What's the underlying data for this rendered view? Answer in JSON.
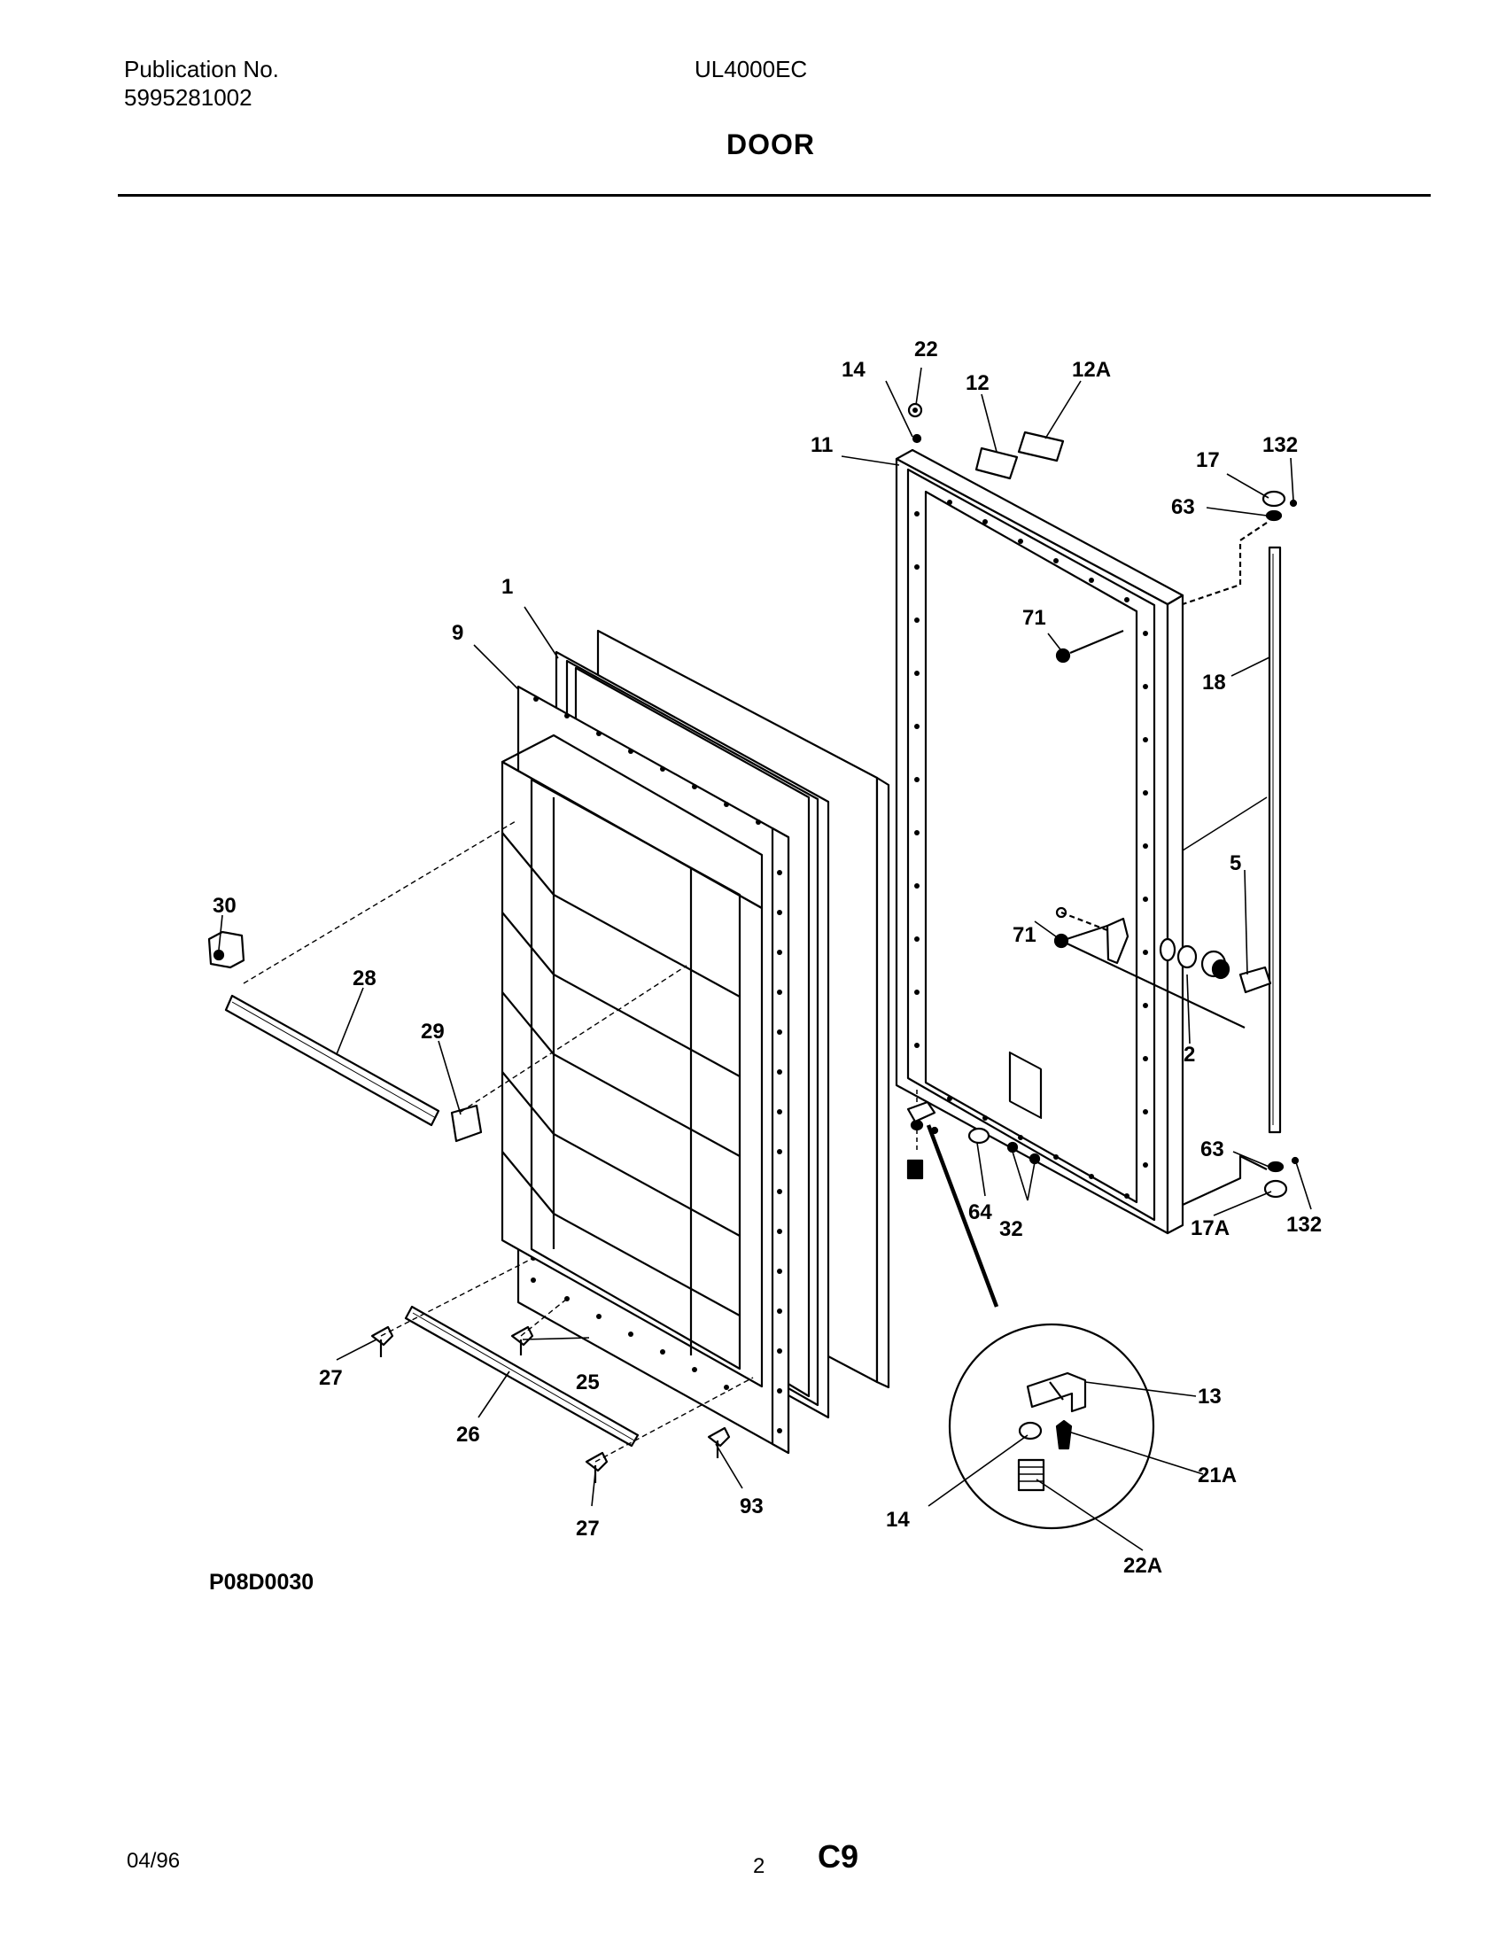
{
  "header": {
    "publication_label": "Publication No.",
    "publication_number": "5995281002",
    "model": "UL4000EC",
    "section_title": "DOOR"
  },
  "diagram": {
    "drawing_code": "P08D0030",
    "callouts": {
      "c1": "1",
      "c2": "2",
      "c5": "5",
      "c9": "9",
      "c11": "11",
      "c12": "12",
      "c12A": "12A",
      "c13": "13",
      "c14_top": "14",
      "c14_detail": "14",
      "c17": "17",
      "c17A": "17A",
      "c18": "18",
      "c21A": "21A",
      "c22": "22",
      "c22A": "22A",
      "c25": "25",
      "c26": "26",
      "c27_a": "27",
      "c27_b": "27",
      "c28": "28",
      "c29": "29",
      "c30": "30",
      "c32": "32",
      "c63_top": "63",
      "c63_bottom": "63",
      "c64": "64",
      "c71_top": "71",
      "c71_mid": "71",
      "c93": "93",
      "c132_top": "132",
      "c132_bottom": "132"
    }
  },
  "footer": {
    "date": "04/96",
    "page_number": "2",
    "code": "C9"
  }
}
